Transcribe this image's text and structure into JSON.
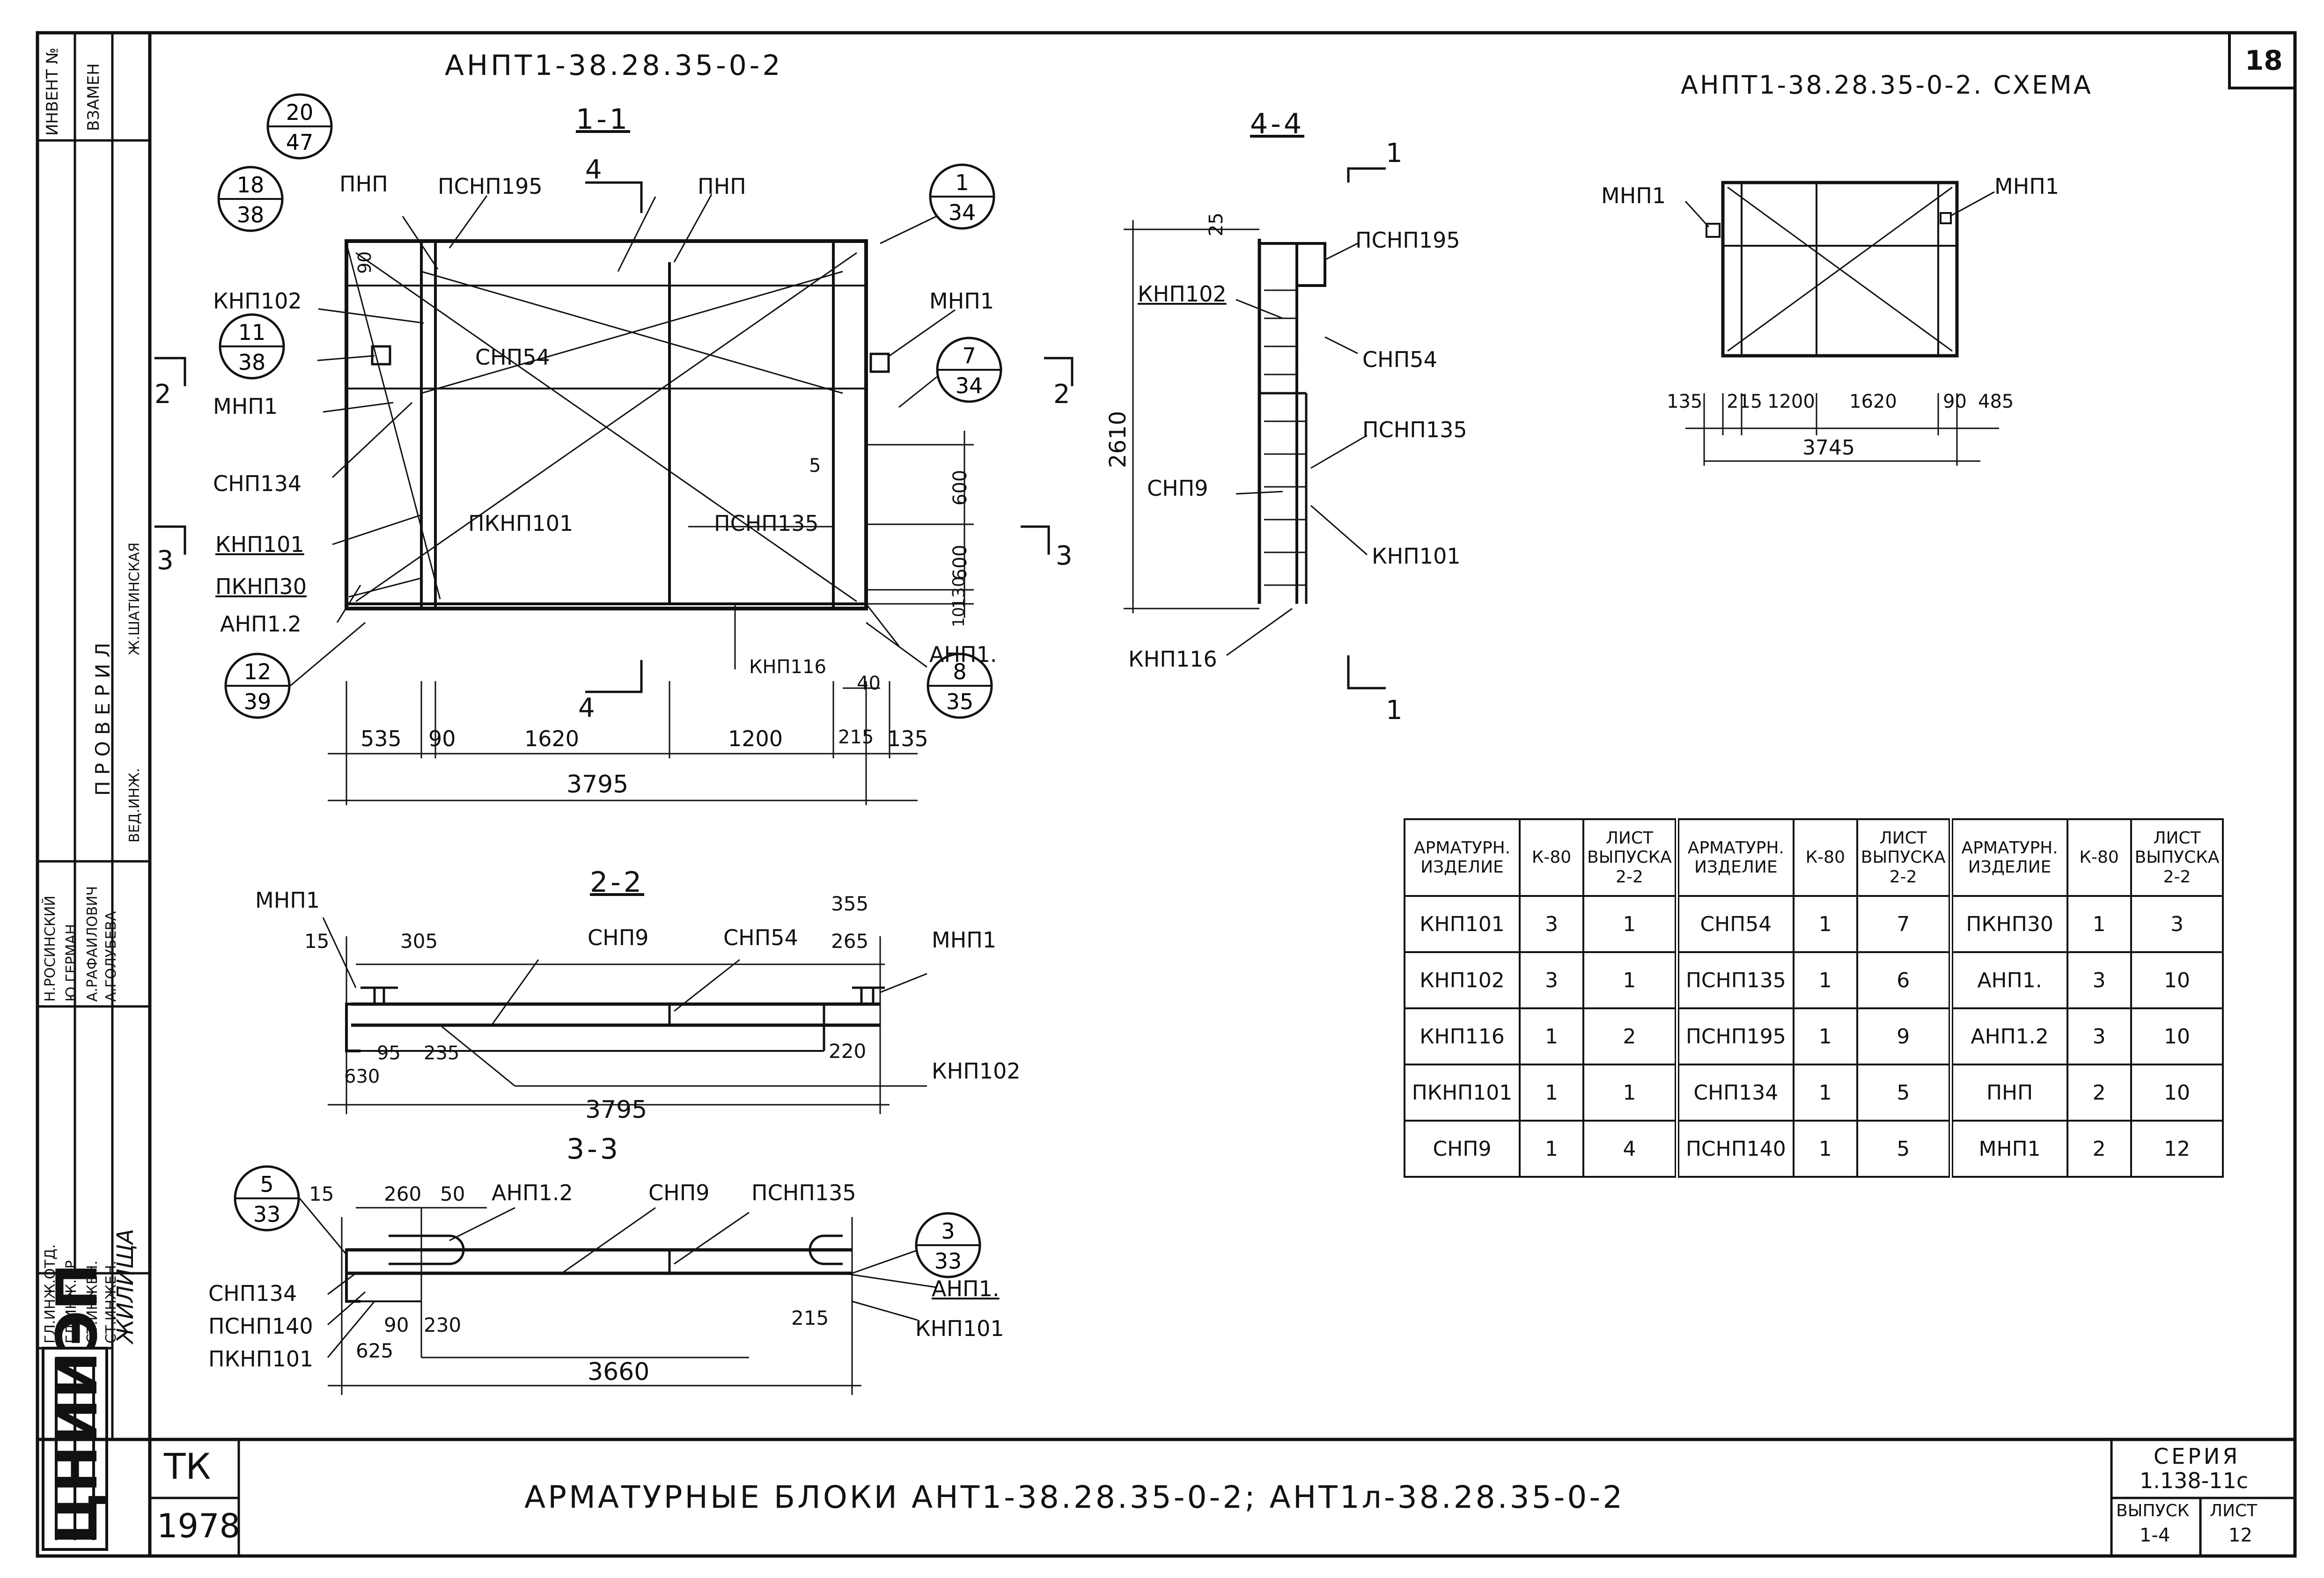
{
  "sheet": {
    "sheet_number": "18",
    "main_title": "АРМАТУРНЫЕ БЛОКИ АНТ1-38.28.35-0-2; АНТ1л-38.28.35-0-2",
    "series_label": "СЕРИЯ",
    "series": "1.138-11с",
    "issue_label": "ВЫПУСК",
    "issue": "1-4",
    "sheet_label": "ЛИСТ",
    "sheet": "12",
    "org_tag": "ТК",
    "year": "1978",
    "institute": "ЦНИИЭП",
    "institute_sub": "ЖИЛИЩА"
  },
  "stamp": {
    "inv_label": "ИНВЕНТ №",
    "replace_label": "ВЗАМЕН",
    "checked_label": "П Р О В Е Р И Л",
    "checked_by": "Ж.ШАТИНСКАЯ",
    "roles": [
      "ГЛ.ИНЖ.ОТД.",
      "ГЛ.ИНЖ.ПР.",
      "СТ.ИНЖЕН.",
      "СТ.ИНЖЕН.",
      "ВЕД.ИНЖ."
    ],
    "names": [
      "Н.РОСИНСКИЙ",
      "Ю.ГЕРМАН",
      "А.РАФАИЛОВИЧ",
      "А.ГОЛУБЕВА"
    ]
  },
  "view_main": {
    "title": "АНПТ1-38.28.35-0-2",
    "section": "1-1",
    "cut4": "4",
    "cut2": "2",
    "cut3": "3",
    "labels": {
      "pnp_left": "ПНП",
      "pnp_right": "ПНП",
      "psnp195": "ПСНП195",
      "knp102": "КНП102",
      "mnp1_left": "МНП1",
      "mnp1_right": "МНП1",
      "snp54": "СНП54",
      "snp134": "СНП134",
      "knp101": "КНП101",
      "pknp30": "ПКНП30",
      "anp12": "АНП1.2",
      "pknp101": "ПКНП101",
      "psnp135": "ПСНП135",
      "knp116": "КНП116",
      "anp1": "АНП1."
    },
    "refs": [
      {
        "num": "20",
        "den": "47"
      },
      {
        "num": "18",
        "den": "38"
      },
      {
        "num": "11",
        "den": "38"
      },
      {
        "num": "12",
        "den": "39"
      },
      {
        "num": "1",
        "den": "34"
      },
      {
        "num": "7",
        "den": "34"
      },
      {
        "num": "8",
        "den": "35"
      }
    ],
    "dims": [
      "90",
      "5",
      "600",
      "600",
      "130",
      "10",
      "40",
      "535",
      "90",
      "1620",
      "1200",
      "215",
      "135",
      "3795"
    ]
  },
  "view_44": {
    "section": "4-4",
    "cut1": "1",
    "labels": {
      "psnp195": "ПСНП195",
      "knp102": "КНП102",
      "snp54": "СНП54",
      "psnp135": "ПСНП135",
      "snp9": "СНП9",
      "knp101": "КНП101",
      "knp116": "КНП116"
    },
    "dims": [
      "25",
      "2610"
    ]
  },
  "view_scheme": {
    "title": "АНПТ1-38.28.35-0-2. СХЕМА",
    "mnp_left": "МНП1",
    "mnp_right": "МНП1",
    "dims": [
      "135",
      "215",
      "1200",
      "1620",
      "90",
      "485",
      "3745"
    ]
  },
  "view_22": {
    "section": "2-2",
    "labels": {
      "mnp1_left": "МНП1",
      "snp9": "СНП9",
      "snp54": "СНП54",
      "mnp1_right": "МНП1",
      "knp102": "КНП102"
    },
    "dims": [
      "15",
      "305",
      "355",
      "265",
      "95",
      "235",
      "630",
      "220",
      "3795"
    ]
  },
  "view_33": {
    "section": "3-3",
    "labels": {
      "anp12": "АНП1.2",
      "snp9": "СНП9",
      "psnp135": "ПСНП135",
      "snp134": "СНП134",
      "psnp140": "ПСНП140",
      "pknp101": "ПКНП101",
      "anp1": "АНП1.",
      "knp101": "КНП101"
    },
    "refs": [
      {
        "num": "5",
        "den": "33"
      },
      {
        "num": "3",
        "den": "33"
      }
    ],
    "dims": [
      "15",
      "260",
      "50",
      "90",
      "230",
      "625",
      "215",
      "3660"
    ]
  },
  "spec_table": {
    "headers": [
      "АРМАТУРН. ИЗДЕЛИЕ",
      "К-80",
      "ЛИСТ ВЫПУСКА 2-2",
      "АРМАТУРН. ИЗДЕЛИЕ",
      "К-80",
      "ЛИСТ ВЫПУСКА 2-2",
      "АРМАТУРН. ИЗДЕЛИЕ",
      "К-80",
      "ЛИСТ ВЫПУСКА 2-2"
    ],
    "rows": [
      [
        "КНП101",
        "3",
        "1",
        "СНП54",
        "1",
        "7",
        "ПКНП30",
        "1",
        "3"
      ],
      [
        "КНП102",
        "3",
        "1",
        "ПСНП135",
        "1",
        "6",
        "АНП1.",
        "3",
        "10"
      ],
      [
        "КНП116",
        "1",
        "2",
        "ПСНП195",
        "1",
        "9",
        "АНП1.2",
        "3",
        "10"
      ],
      [
        "ПКНП101",
        "1",
        "1",
        "СНП134",
        "1",
        "5",
        "ПНП",
        "2",
        "10"
      ],
      [
        "СНП9",
        "1",
        "4",
        "ПСНП140",
        "1",
        "5",
        "МНП1",
        "2",
        "12"
      ]
    ]
  }
}
